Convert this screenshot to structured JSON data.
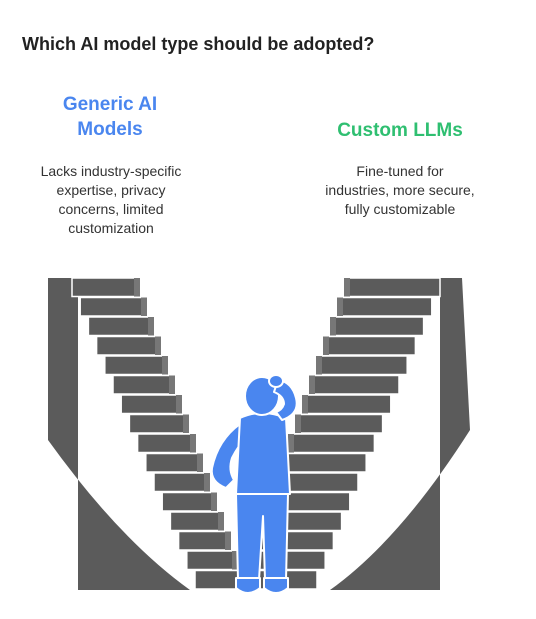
{
  "title": "Which AI model type should be adopted?",
  "options": [
    {
      "heading_lines": [
        "Generic AI",
        "Models"
      ],
      "description_lines": [
        "Lacks industry-specific",
        "expertise, privacy",
        "concerns, limited",
        "customization"
      ],
      "color": "#4a86ef"
    },
    {
      "heading_lines": [
        "Custom LLMs"
      ],
      "description_lines": [
        "Fine-tuned for",
        "industries, more secure,",
        "fully customizable"
      ],
      "color": "#2fbf71"
    }
  ],
  "colors": {
    "stair_fill": "#5b5b5b",
    "stair_edge": "#777777",
    "stair_outline": "#ffffff",
    "person": "#4a86ef",
    "person_outline": "#ffffff"
  },
  "icons": {
    "person": "person-thinking-icon",
    "stairs": "stairs-icon"
  }
}
